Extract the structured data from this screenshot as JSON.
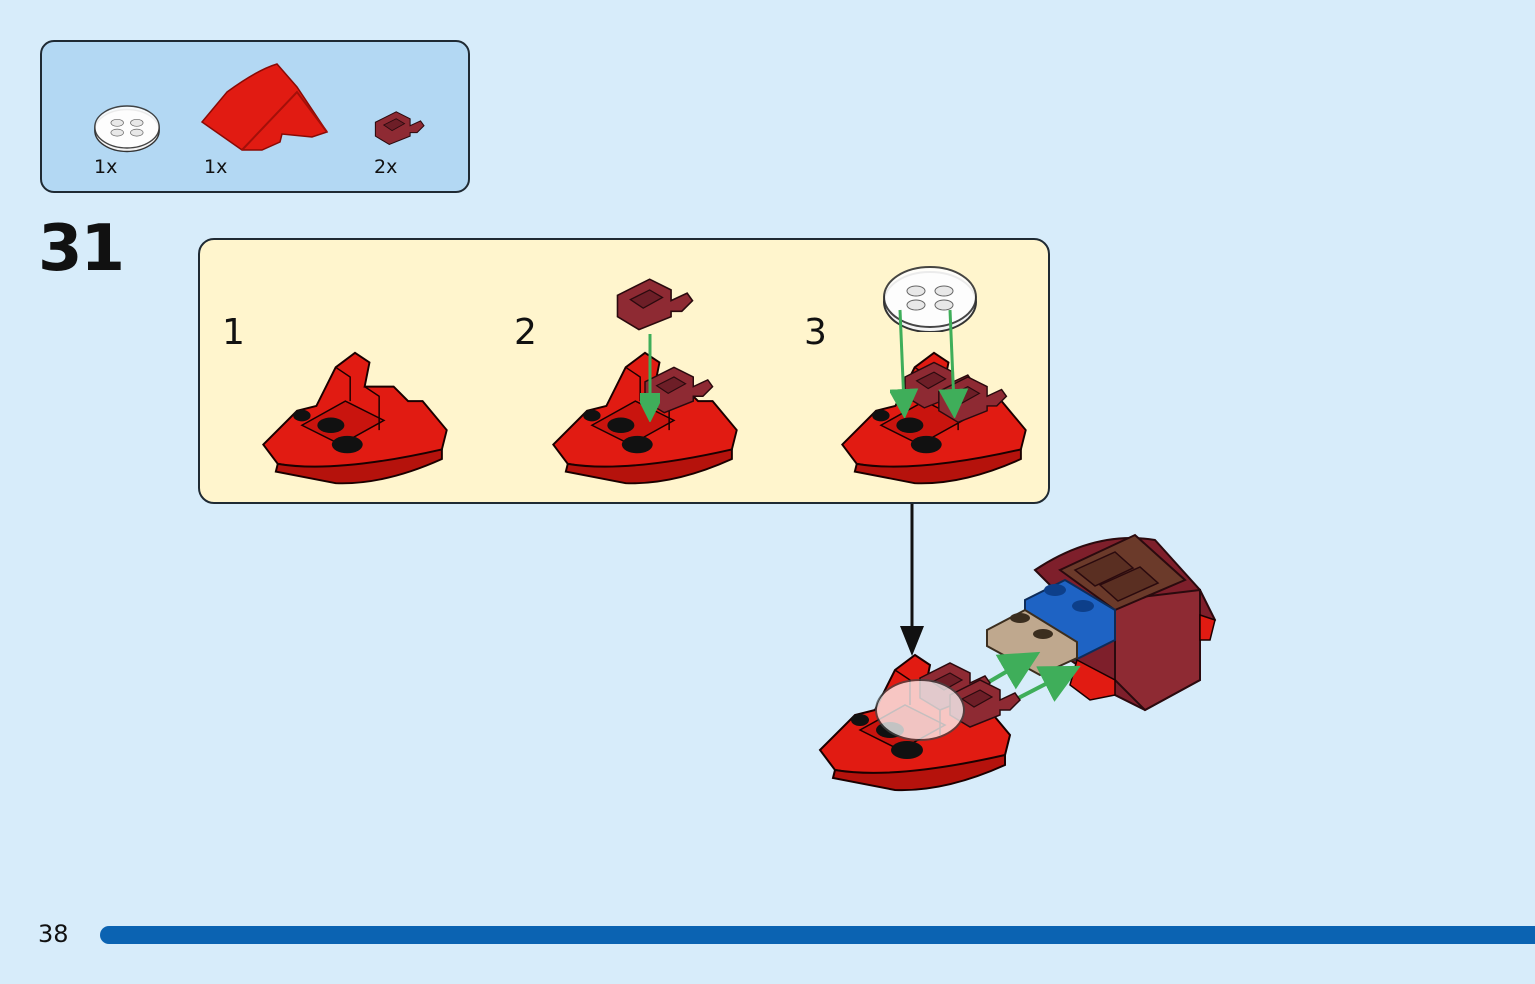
{
  "parts_list": {
    "items": [
      {
        "icon": "round-plate-trans-clear-icon",
        "quantity": "1x"
      },
      {
        "icon": "curved-slope-red-icon",
        "quantity": "1x"
      },
      {
        "icon": "clip-plate-dark-red-icon",
        "quantity": "2x"
      }
    ]
  },
  "step": {
    "number": "31",
    "substeps": [
      {
        "number": "1"
      },
      {
        "number": "2"
      },
      {
        "number": "3"
      }
    ]
  },
  "page": {
    "number": "38",
    "progress": 1.0
  },
  "colors": {
    "background": "#d7ecfa",
    "parts_box": "#b3d8f3",
    "substep_box": "#fff5cd",
    "brick_red": "#e11b12",
    "dark_red": "#8e2a33",
    "arrow_green": "#3fae5a",
    "progress_bar": "#0b63b2"
  }
}
